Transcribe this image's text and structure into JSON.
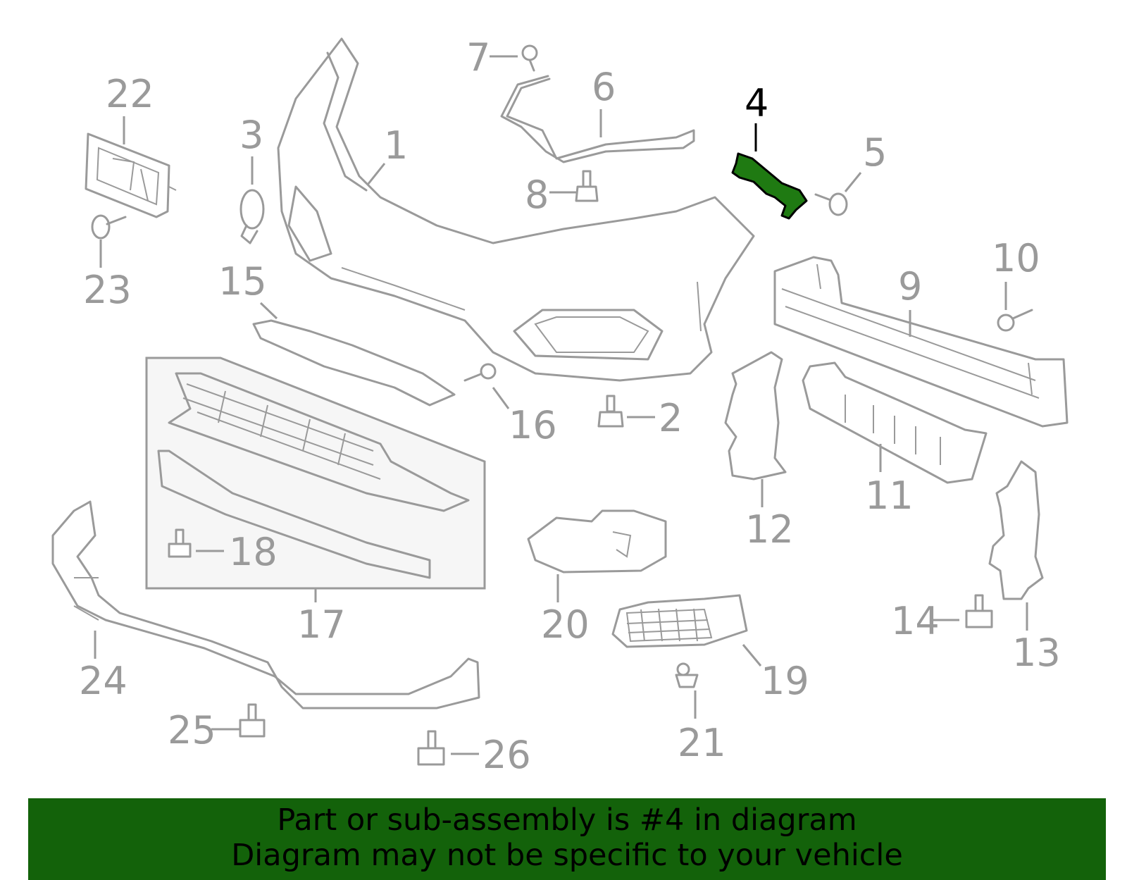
{
  "diagram": {
    "highlighted_part": "4",
    "highlight_color": "#1f7a12",
    "callouts": {
      "c1": "1",
      "c2": "2",
      "c3": "3",
      "c4": "4",
      "c5": "5",
      "c6": "6",
      "c7": "7",
      "c8": "8",
      "c9": "9",
      "c10": "10",
      "c11": "11",
      "c12": "12",
      "c13": "13",
      "c14": "14",
      "c15": "15",
      "c16": "16",
      "c17": "17",
      "c18": "18",
      "c19": "19",
      "c20": "20",
      "c21": "21",
      "c22": "22",
      "c23": "23",
      "c24": "24",
      "c25": "25",
      "c26": "26"
    }
  },
  "banner": {
    "line1": "Part or sub-assembly is #4 in diagram",
    "line2": "Diagram may not be specific to your vehicle",
    "background": "#13620a"
  }
}
